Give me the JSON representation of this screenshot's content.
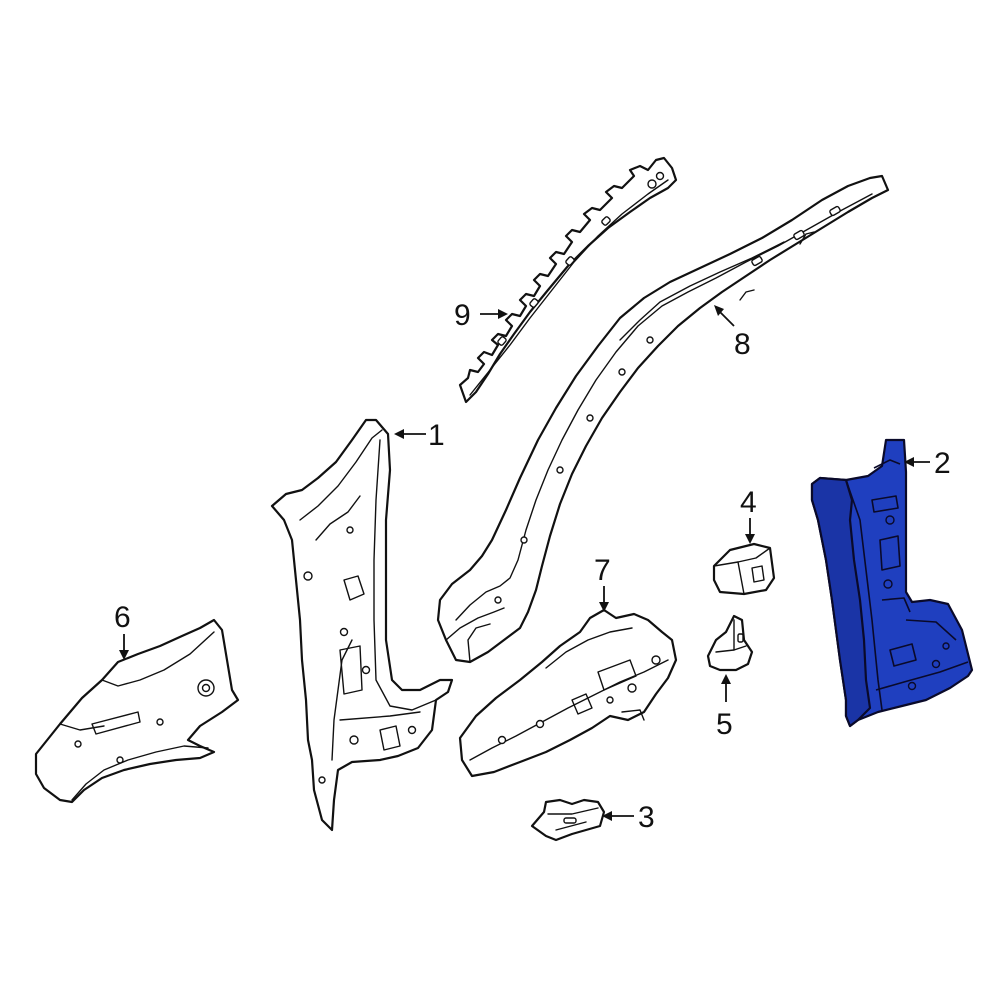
{
  "colors": {
    "background": "#ffffff",
    "line": "#111111",
    "highlight": "#1f3fbf",
    "highlight_shade": "#1a34a6"
  },
  "highlighted_part": "2",
  "callouts": [
    {
      "id": "1",
      "label": "1"
    },
    {
      "id": "2",
      "label": "2"
    },
    {
      "id": "3",
      "label": "3"
    },
    {
      "id": "4",
      "label": "4"
    },
    {
      "id": "5",
      "label": "5"
    },
    {
      "id": "6",
      "label": "6"
    },
    {
      "id": "7",
      "label": "7"
    },
    {
      "id": "8",
      "label": "8"
    },
    {
      "id": "9",
      "label": "9"
    }
  ]
}
